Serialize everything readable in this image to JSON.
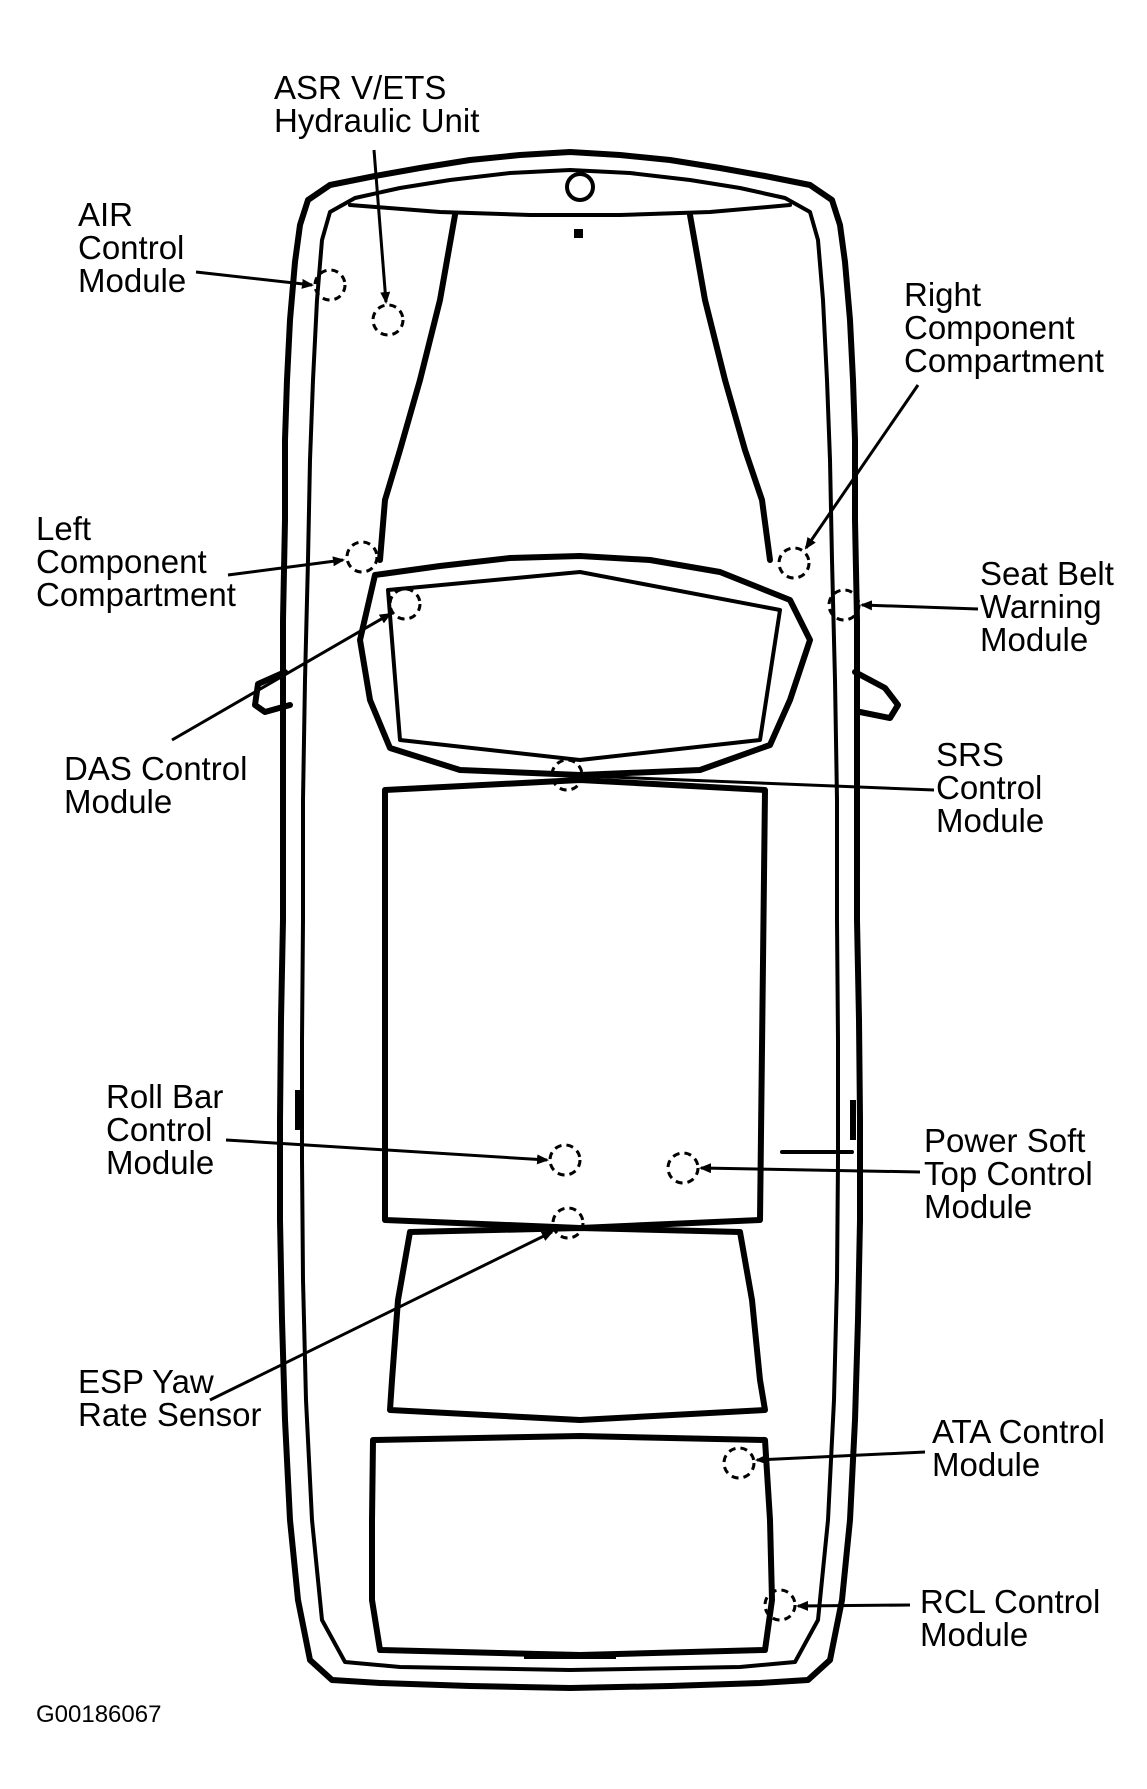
{
  "diagram": {
    "figure_id": "G00186067",
    "components": [
      {
        "id": "air",
        "lines": [
          "AIR",
          "Control",
          "Module"
        ]
      },
      {
        "id": "asr",
        "lines": [
          "ASR V/ETS",
          "Hydraulic Unit"
        ]
      },
      {
        "id": "right-comp",
        "lines": [
          "Right",
          "Component",
          "Compartment"
        ]
      },
      {
        "id": "left-comp",
        "lines": [
          "Left",
          "Component",
          "Compartment"
        ]
      },
      {
        "id": "seat-belt",
        "lines": [
          "Seat Belt",
          "Warning",
          "Module"
        ]
      },
      {
        "id": "das",
        "lines": [
          "DAS Control",
          "Module"
        ]
      },
      {
        "id": "srs",
        "lines": [
          "SRS",
          "Control",
          "Module"
        ]
      },
      {
        "id": "roll-bar",
        "lines": [
          "Roll Bar",
          "Control",
          "Module"
        ]
      },
      {
        "id": "power-soft-top",
        "lines": [
          "Power Soft",
          "Top Control",
          "Module"
        ]
      },
      {
        "id": "esp",
        "lines": [
          "ESP Yaw",
          "Rate Sensor"
        ]
      },
      {
        "id": "ata",
        "lines": [
          "ATA Control",
          "Module"
        ]
      },
      {
        "id": "rcl",
        "lines": [
          "RCL Control",
          "Module"
        ]
      }
    ]
  }
}
